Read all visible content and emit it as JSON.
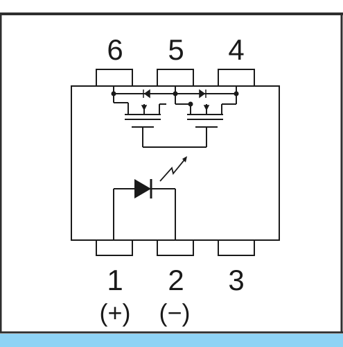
{
  "colors": {
    "frame": "#2f2f2f",
    "ink": "#1a1a1a",
    "bottom_bar": "#8fd3f5"
  },
  "pins": {
    "top": [
      "6",
      "5",
      "4"
    ],
    "bottom": [
      "1",
      "2",
      "3"
    ]
  },
  "polarity": {
    "pin1": "(+)",
    "pin2": "(−)"
  }
}
